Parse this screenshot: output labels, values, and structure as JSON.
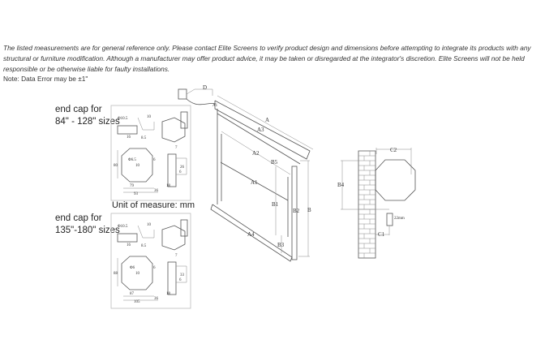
{
  "disclaimer": "The listed measurements are for general reference only. Please contact Elite Screens to verify product design and dimensions before attempting to integrate its products with any structural or furniture modification. Although a manufacturer may offer product advice, it may be taken or disregarded at the integrator's discretion. Elite Screens will not be held responsible or be otherwise liable for faulty installations.",
  "note": "Note: Data Error may be ±1\"",
  "endcap_small": {
    "line1": "end cap for",
    "line2": "84\" - 128\" sizes",
    "dims": [
      "Φ10.5",
      "10",
      "16",
      "8.5",
      "Φ6.5",
      "6",
      "10",
      "80",
      "79",
      "93",
      "7",
      "26",
      "6",
      "18",
      "36"
    ]
  },
  "unit_label": "Unit of measure: mm",
  "endcap_large": {
    "line1": "end cap for",
    "line2": "135\"-180\" sizes",
    "dims": [
      "Φ10.5",
      "10",
      "16",
      "8.5",
      "Φ6",
      "6",
      "10",
      "88",
      "87",
      "105",
      "7",
      "33",
      "6",
      "18",
      "36"
    ]
  },
  "screen_labels": {
    "D": "D",
    "A1top": "A1",
    "A": "A",
    "A3": "A3",
    "A2": "A2",
    "B5": "B5",
    "A1": "A1",
    "B1": "B1",
    "B2": "B2",
    "B": "B",
    "A4": "A4",
    "B3": "B3"
  },
  "side_labels": {
    "C2": "C2",
    "B4": "B4",
    "mm22": "22mm",
    "C1": "C1"
  }
}
